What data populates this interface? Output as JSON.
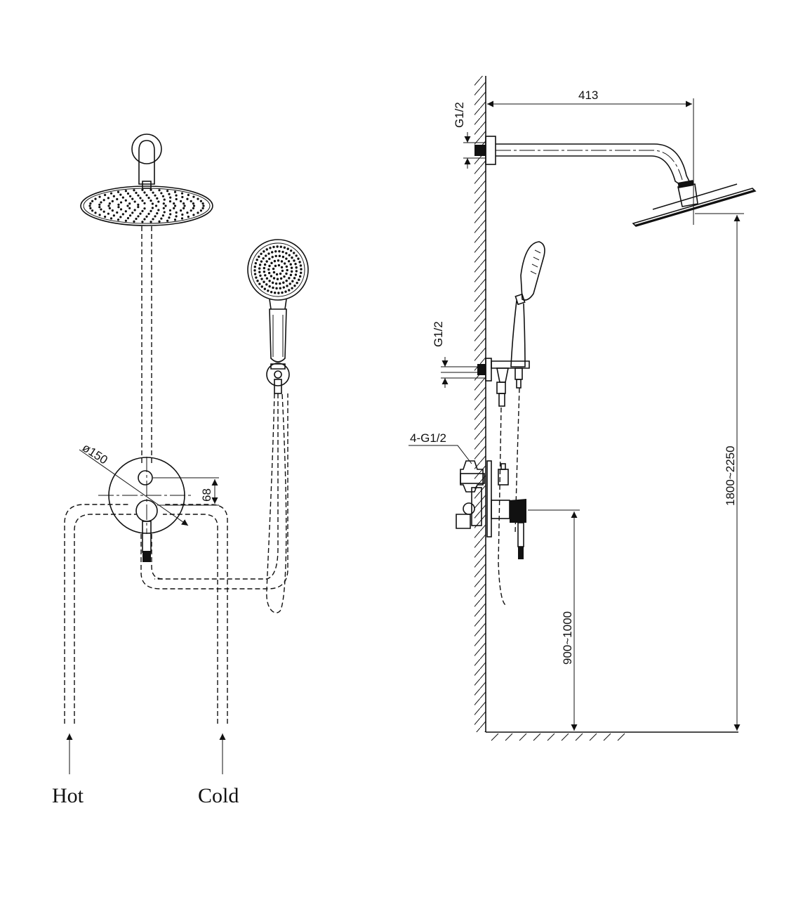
{
  "labels": {
    "hot": "Hot",
    "cold": "Cold"
  },
  "dimensions": {
    "arm_length": "413",
    "head_thread": "G1/2",
    "hand_thread": "G1/2",
    "valve_thread": "4-G1/2",
    "plate_diameter": "ø150",
    "outlet_spacing": "68",
    "valve_height": "900~1000",
    "head_height": "1800~2250"
  },
  "colors": {
    "ink": "#111111",
    "background": "#ffffff"
  }
}
